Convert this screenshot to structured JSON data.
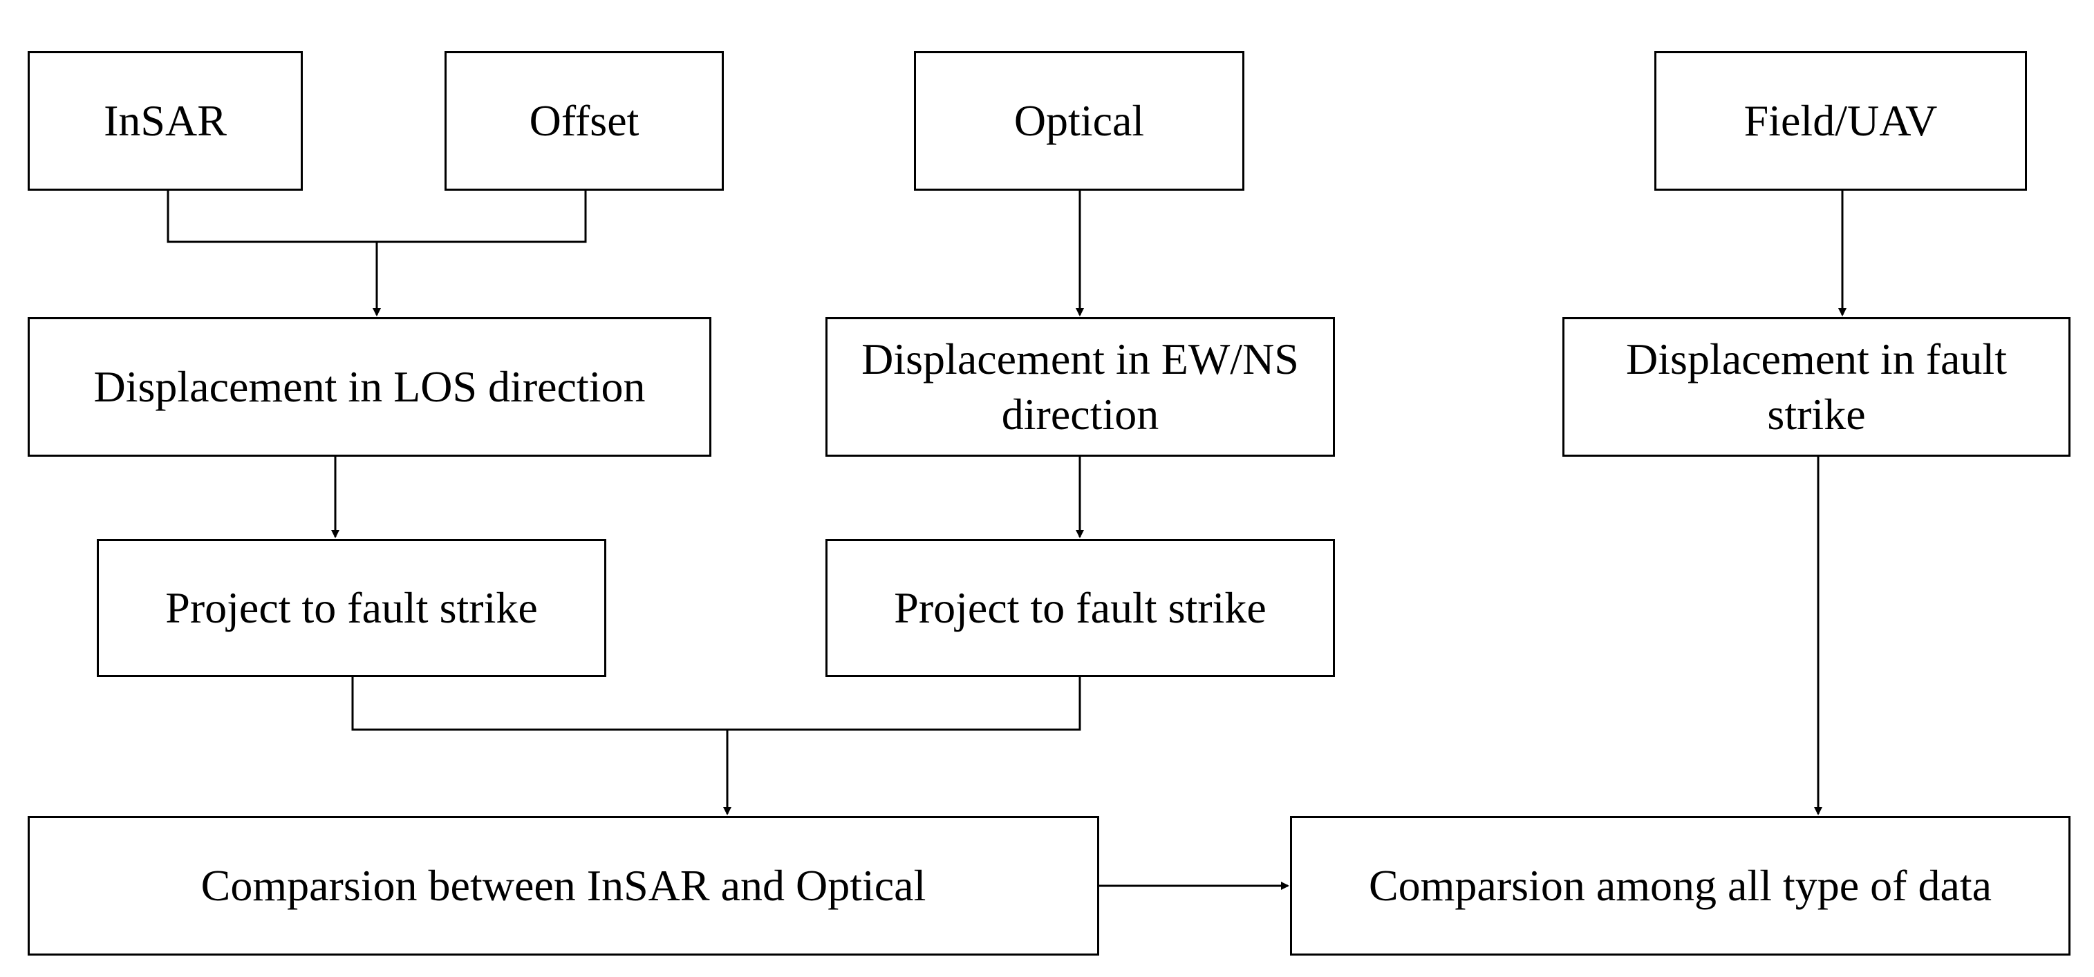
{
  "diagram": {
    "sources": {
      "insar": "InSAR",
      "offset": "Offset",
      "optical": "Optical",
      "field_uav": "Field/UAV"
    },
    "displacement": {
      "los": "Displacement in LOS direction",
      "ew_ns": "Displacement in EW/NS direction",
      "fault_strike": "Displacement in fault strike"
    },
    "projection": {
      "left": "Project to fault strike",
      "right": "Project to fault strike"
    },
    "comparison": {
      "insar_optical": "Comparsion between InSAR and Optical",
      "all_data": "Comparsion among all type of data"
    },
    "colors": {
      "stroke": "#000000",
      "background": "#ffffff"
    }
  }
}
